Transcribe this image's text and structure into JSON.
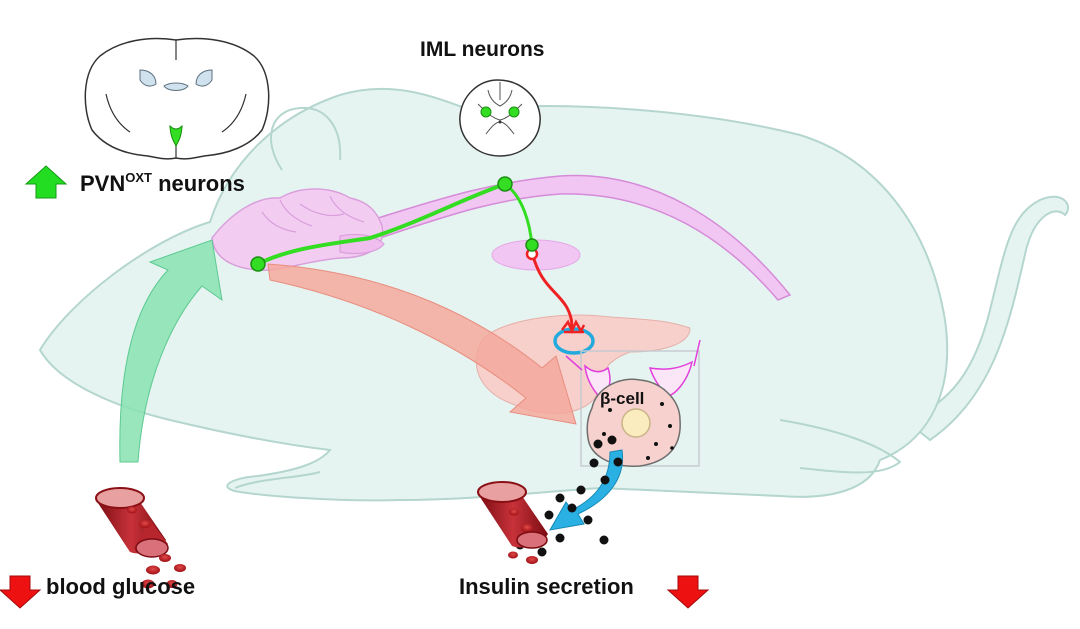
{
  "labels": {
    "iml_neurons": "IML neurons",
    "pvn_main": "PVN",
    "pvn_sup": "OXT",
    "pvn_rest": " neurons",
    "beta_cell": "β-cell",
    "blood_glucose": "blood glucose",
    "insulin_secretion": "Insulin secretion"
  },
  "colors": {
    "mouse_body": "#e6f4f1",
    "mouse_outline": "#b4d6ce",
    "brain": "#f3cdf1",
    "spinal_cord": "#f1c6f2",
    "neuron_path": "#33dd22",
    "sympathetic_nerve": "#ee2222",
    "pancreas": "#f7cfcb",
    "beta_cell": "#f6d1cd",
    "nucleus": "#fbecc0",
    "up_arrow": "#22dd22",
    "down_arrow": "#ee1111",
    "glucose_arrow": "#88e2b0",
    "pvn_to_beta_arrow": "#f5a89c",
    "insulin_arrow": "#2ab0e2",
    "islet_ring": "#22aadd"
  },
  "icons": {
    "up_indicator": "up-arrow-icon",
    "down_indicator": "down-arrow-icon",
    "brain_section": "brain-coronal-section-icon",
    "spinal_section": "spinal-cord-section-icon",
    "blood_vessel": "blood-vessel-icon"
  }
}
